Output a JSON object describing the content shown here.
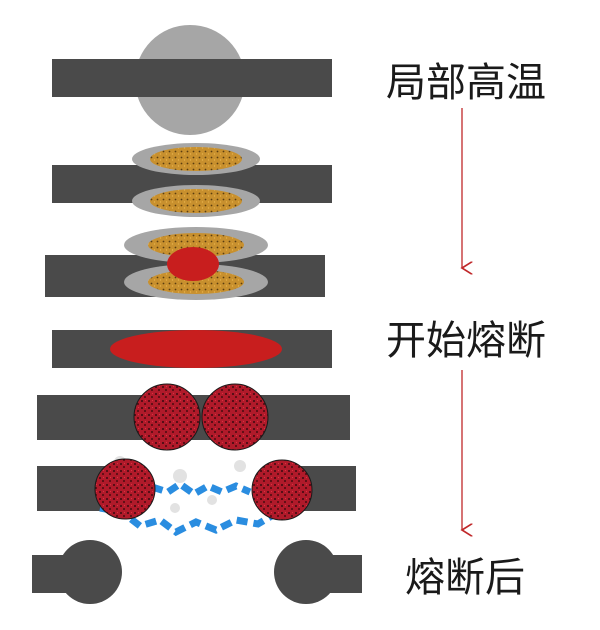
{
  "labels": {
    "stage1": "局部高温",
    "stage2": "开始熔断",
    "stage3": "熔断后"
  },
  "colors": {
    "bar": "#4a4a4a",
    "ball": "#a6a6a6",
    "ball_dark": "#5a5a5a",
    "hot_zone": "#c8902e",
    "molten": "#c81e1e",
    "molten_dark": "#9b1428",
    "crack": "#2a8de0",
    "arrow": "#c0282a"
  }
}
